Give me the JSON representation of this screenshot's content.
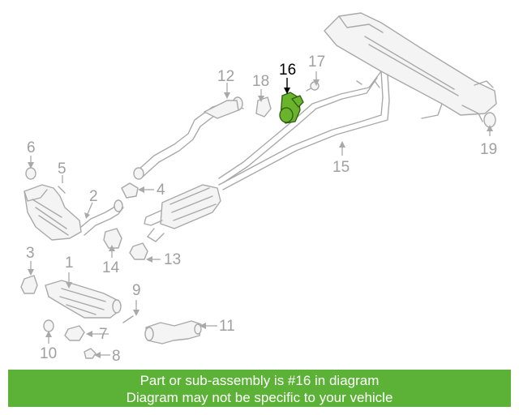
{
  "diagram": {
    "callouts": [
      {
        "id": "1",
        "label": "1"
      },
      {
        "id": "2",
        "label": "2"
      },
      {
        "id": "3",
        "label": "3"
      },
      {
        "id": "4",
        "label": "4"
      },
      {
        "id": "5",
        "label": "5"
      },
      {
        "id": "6",
        "label": "6"
      },
      {
        "id": "7",
        "label": "7"
      },
      {
        "id": "8",
        "label": "8"
      },
      {
        "id": "9",
        "label": "9"
      },
      {
        "id": "10",
        "label": "10"
      },
      {
        "id": "11",
        "label": "11"
      },
      {
        "id": "12",
        "label": "12"
      },
      {
        "id": "13",
        "label": "13"
      },
      {
        "id": "14",
        "label": "14"
      },
      {
        "id": "15",
        "label": "15"
      },
      {
        "id": "16",
        "label": "16"
      },
      {
        "id": "17",
        "label": "17"
      },
      {
        "id": "18",
        "label": "18"
      },
      {
        "id": "19",
        "label": "19"
      }
    ],
    "highlighted_part": "16",
    "colors": {
      "highlight": "#6ab42c",
      "line_art": "#a9a9a9",
      "banner_bg": "#5cb236",
      "banner_text": "#ffffff"
    }
  },
  "banner": {
    "line1": "Part or sub-assembly is #16 in diagram",
    "line2": "Diagram may not be specific to your vehicle"
  }
}
